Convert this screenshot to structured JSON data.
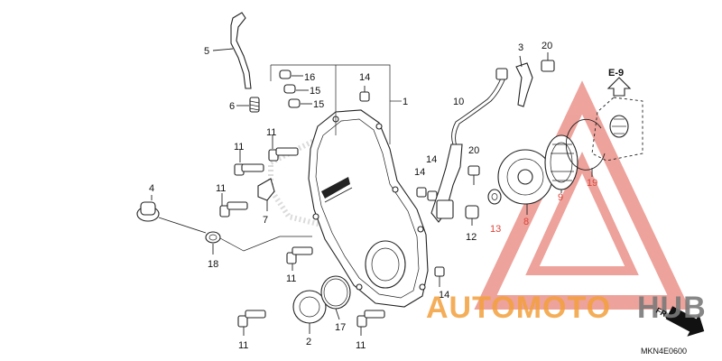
{
  "callouts": {
    "p1": "1",
    "p2": "2",
    "p3": "3",
    "p4": "4",
    "p5": "5",
    "p6": "6",
    "p7": "7",
    "p8": "8",
    "p9": "9",
    "p10": "10",
    "p11a": "11",
    "p11b": "11",
    "p11c": "11",
    "p11d": "11",
    "p11e": "11",
    "p11f": "11",
    "p12": "12",
    "p13": "13",
    "p14a": "14",
    "p14b": "14",
    "p14c": "14",
    "p15a": "15",
    "p15b": "15",
    "p16": "16",
    "p17": "17",
    "p18": "18",
    "p19": "19",
    "p20a": "20",
    "p20b": "20"
  },
  "section_ref": "E-9",
  "direction_label": "FR.",
  "diagram_code": "MKN4E0600",
  "watermark": {
    "part1": "AUTOMOTO",
    "part2": "HUB",
    "color1": "#f2a03c",
    "color2": "#7a7a7a",
    "logo_color": "#e0574a"
  }
}
